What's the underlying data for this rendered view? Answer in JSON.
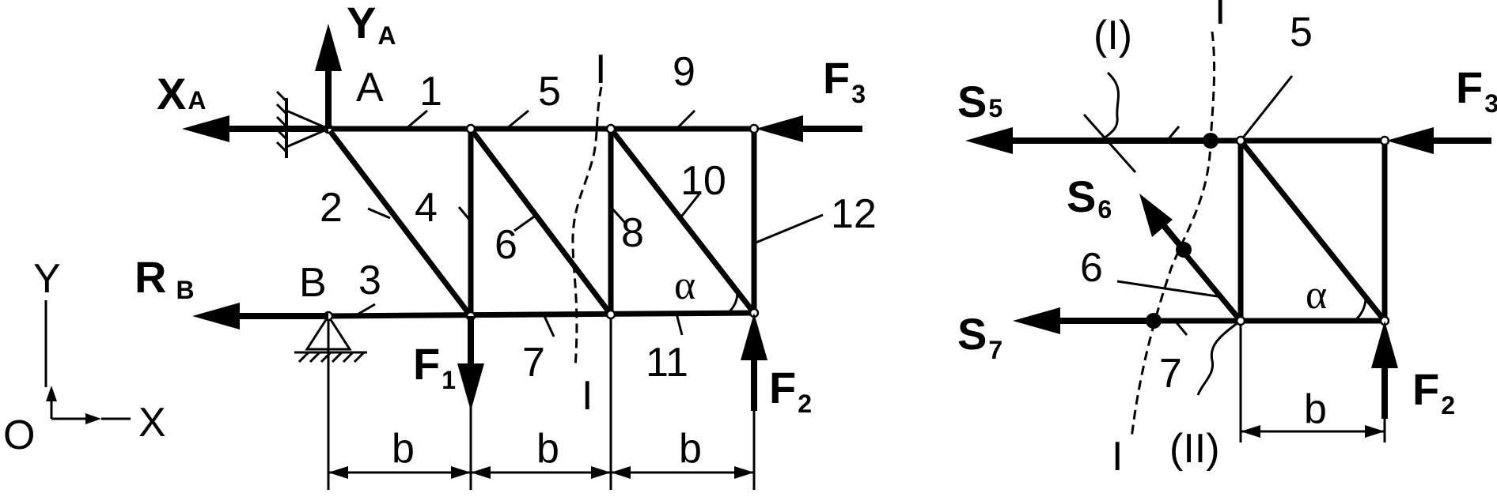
{
  "left_figure": {
    "forces": {
      "xa": {
        "main": "X",
        "sub": "A"
      },
      "ya": {
        "main": "Y",
        "sub": "A"
      },
      "rb": {
        "main": "R",
        "sub": "B"
      },
      "f1": {
        "main": "F",
        "sub": "1"
      },
      "f2": {
        "main": "F",
        "sub": "2"
      },
      "f3": {
        "main": "F",
        "sub": "3"
      }
    },
    "nodes": {
      "a": "A",
      "b": "B"
    },
    "members": [
      "1",
      "2",
      "3",
      "4",
      "5",
      "6",
      "7",
      "8",
      "9",
      "10",
      "11",
      "12"
    ],
    "section_marks": {
      "top": "I",
      "bottom": "I"
    },
    "angle": "α",
    "dims": [
      "b",
      "b",
      "b"
    ],
    "axes": {
      "y": "Y",
      "x": "X",
      "origin": "O"
    }
  },
  "right_figure": {
    "forces": {
      "s5": {
        "main": "S",
        "sub": "5"
      },
      "s6": {
        "main": "S",
        "sub": "6"
      },
      "s7": {
        "main": "S",
        "sub": "7"
      },
      "f2": {
        "main": "F",
        "sub": "2"
      },
      "f3": {
        "main": "F",
        "sub": "3"
      }
    },
    "members": [
      "5",
      "6",
      "7"
    ],
    "section_marks": {
      "top": "I",
      "bottom": "I",
      "cut1": "(I)",
      "cut2": "(II)"
    },
    "angle": "α",
    "dims": [
      "b"
    ]
  }
}
